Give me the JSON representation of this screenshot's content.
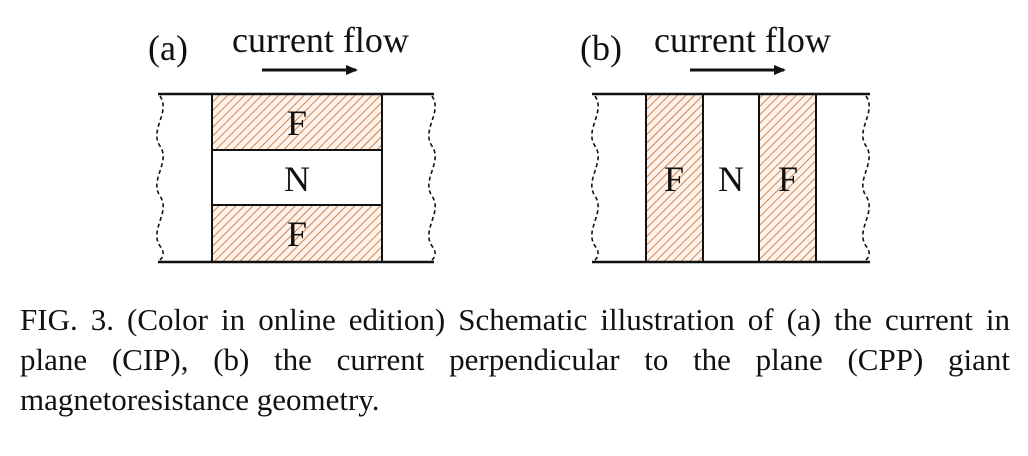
{
  "panels": {
    "a": {
      "tag": "(a)",
      "current": "current flow",
      "layers": [
        "F",
        "N",
        "F"
      ]
    },
    "b": {
      "tag": "(b)",
      "current": "current flow",
      "layers": [
        "F",
        "N",
        "F"
      ]
    }
  },
  "colors": {
    "ferromagnet_hatch": "#c8682a",
    "lines": "#111111"
  },
  "caption": "FIG. 3. (Color in online edition) Schematic illustration of (a) the current in plane (CIP), (b) the current perpendicular to the plane (CPP) giant magnetoresistance geometry."
}
